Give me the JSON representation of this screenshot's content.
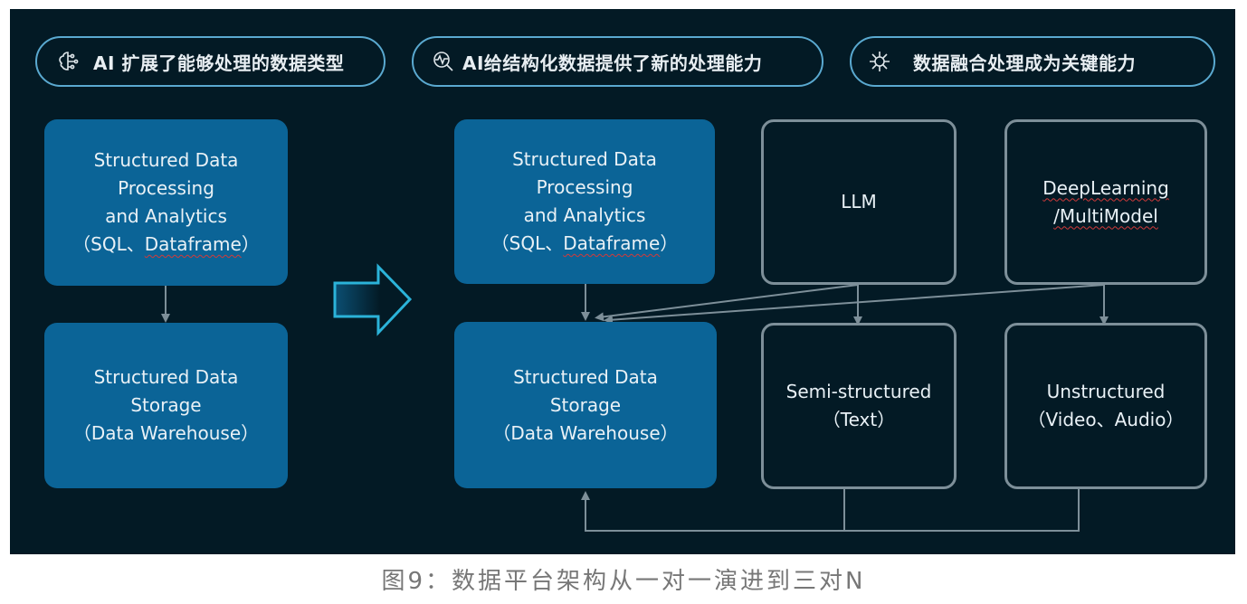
{
  "headers": [
    {
      "icon": "brain-circuit-icon",
      "label": "AI 扩展了能够处理的数据类型"
    },
    {
      "icon": "magnify-waveform-icon",
      "label": "AI给结构化数据提供了新的处理能力"
    },
    {
      "icon": "virus-fusion-icon",
      "label": "数据融合处理成为关键能力"
    }
  ],
  "before": {
    "processing": {
      "lines": [
        "Structured Data",
        "Processing",
        "and Analytics"
      ],
      "paren_prefix": "（SQL、",
      "paren_word": "Dataframe",
      "paren_suffix": "）"
    },
    "storage": {
      "lines": [
        "Structured Data",
        "Storage",
        "（Data Warehouse）"
      ]
    }
  },
  "after": {
    "processing": {
      "lines": [
        "Structured Data",
        "Processing",
        "and Analytics"
      ],
      "paren_prefix": "（SQL、",
      "paren_word": "Dataframe",
      "paren_suffix": "）"
    },
    "storage": {
      "lines": [
        "Structured Data",
        "Storage",
        "（Data Warehouse）"
      ]
    },
    "llm": {
      "label": "LLM"
    },
    "deeplearning": {
      "line1": "DeepLearning",
      "line2": "/MultiModel"
    },
    "semi": {
      "lines": [
        "Semi-structured",
        "（Text）"
      ]
    },
    "unstructured": {
      "lines": [
        "Unstructured",
        "（Video、Audio）"
      ]
    }
  },
  "caption": "图9：数据平台架构从一对一演进到三对N",
  "colors": {
    "background": "#031a25",
    "filled_box": "#0b6497",
    "outline": "#7d8f99",
    "pill_border": "#5aa9d0",
    "arrow": "#2bb3d9"
  }
}
